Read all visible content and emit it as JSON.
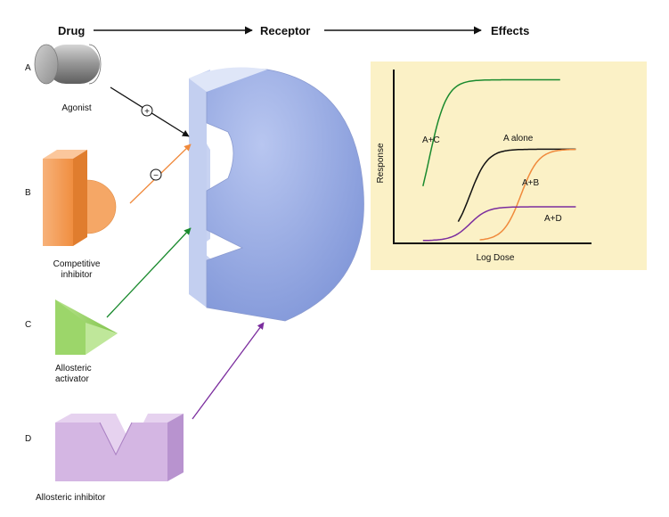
{
  "header": {
    "drug": "Drug",
    "receptor": "Receptor",
    "effects": "Effects"
  },
  "rows": {
    "a": {
      "letter": "A",
      "label": "Agonist",
      "sign": "+"
    },
    "b": {
      "letter": "B",
      "label_line1": "Competitive",
      "label_line2": "inhibitor",
      "sign": "−"
    },
    "c": {
      "letter": "C",
      "label_line1": "Allosteric",
      "label_line2": "activator"
    },
    "d": {
      "letter": "D",
      "label": "Allosteric inhibitor"
    }
  },
  "chart_data": {
    "type": "line",
    "xlabel": "Log Dose",
    "ylabel": "Response",
    "series": [
      {
        "name": "A+C",
        "color": "#1a8a2e",
        "relative_ec50": 0.17,
        "max_response": 0.95
      },
      {
        "name": "A alone",
        "color": "#111111",
        "relative_ec50": 0.38,
        "max_response": 0.54
      },
      {
        "name": "A+B",
        "color": "#f08a3c",
        "relative_ec50": 0.64,
        "max_response": 0.54
      },
      {
        "name": "A+D",
        "color": "#7b2d9e",
        "relative_ec50": 0.38,
        "max_response": 0.2
      }
    ]
  },
  "colors": {
    "chart_background": "#fbf1c6",
    "receptor": "#a4b4e6",
    "agonist": "#a8a8a8",
    "competitive_inhibitor": "#f5a05a",
    "allosteric_activator": "#9ed46a",
    "allosteric_inhibitor": "#cfaee0",
    "arrow_a": "#111111",
    "arrow_b": "#f08a3c",
    "arrow_c": "#1a8a2e",
    "arrow_d": "#7b2d9e"
  }
}
